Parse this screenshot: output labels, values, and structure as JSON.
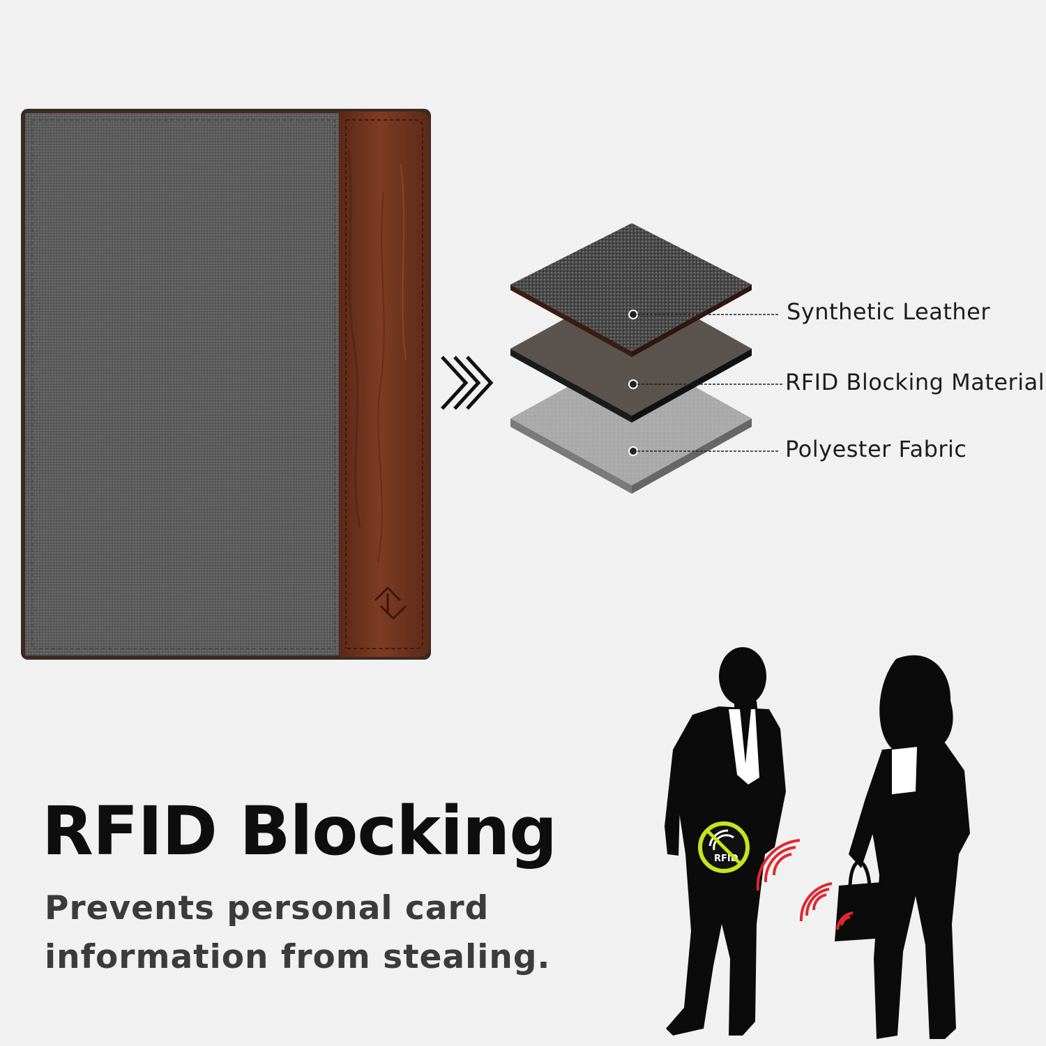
{
  "layers": [
    {
      "label": "Synthetic Leather"
    },
    {
      "label": "RFID Blocking Material"
    },
    {
      "label": "Polyester Fabric"
    }
  ],
  "headline": "RFID Blocking",
  "subtext": "Prevents personal card information from stealing.",
  "badge_text": "RFID",
  "colors": {
    "background": "#f1f1f1",
    "fabric_gray": "#5f5f5f",
    "leather_brown": "#7a3b25",
    "signal_red": "#e0282f",
    "badge_green": "#c3e61c"
  },
  "icons": [
    "chevron-triple-right-icon",
    "brand-logo-icon",
    "rfid-blocked-icon",
    "signal-wave-icon"
  ]
}
